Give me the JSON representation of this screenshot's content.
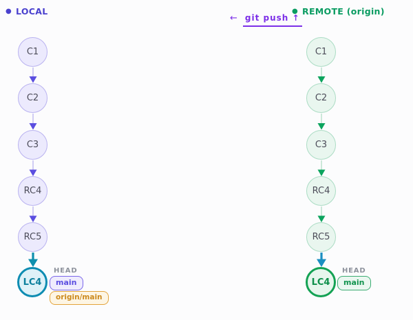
{
  "headers": {
    "bullet": "●",
    "local": "LOCAL",
    "remote": "REMOTE (origin)"
  },
  "push": {
    "back_arrow": "←",
    "label": "git push ↑"
  },
  "local": {
    "nodes": [
      "C1",
      "C2",
      "C3",
      "RC4",
      "RC5"
    ],
    "head_node": "LC4",
    "head_ref": "HEAD",
    "badges": [
      "main",
      "origin/main"
    ]
  },
  "remote": {
    "nodes": [
      "C1",
      "C2",
      "C3",
      "RC4",
      "RC5"
    ],
    "head_node": "LC4",
    "head_ref": "HEAD",
    "badges": [
      "main"
    ]
  },
  "colors": {
    "bg": "#fcfcfd",
    "local-header": "#4a41ce",
    "local-accent": "#5b4ee0",
    "local-line": "#b7b1ef",
    "local-node-bg": "#eceafd",
    "local-node-border": "#b9b2f0",
    "node-text": "#4d4d5a",
    "remote-header": "#0b9c62",
    "remote-accent": "#0ca45e",
    "remote-line": "#b3ddc6",
    "remote-node-bg": "#e9f6ef",
    "remote-node-border": "#abdcc4",
    "teal-local": "#0e8fae",
    "teal-remote": "#1b8fc1",
    "lc4-local-border": "#0e8cb2",
    "lc4-local-bg": "#def1f8",
    "lc4-local-text": "#0c7f9d",
    "lc4-remote-border": "#14a254",
    "lc4-remote-bg": "#e7f6ed",
    "lc4-remote-text": "#0e8f4a",
    "head-label": "#8d929c",
    "badge-main-border": "#7a66ea",
    "badge-main-bg": "#efecfd",
    "badge-main-text": "#5b4ee0",
    "badge-origin-border": "#e3a33a",
    "badge-origin-bg": "#fdf5e4",
    "badge-origin-text": "#cc8a1e",
    "badge-rmain-border": "#3aac72",
    "badge-rmain-bg": "#eaf7f0",
    "badge-rmain-text": "#12934e",
    "push": "#7c2fe8"
  }
}
